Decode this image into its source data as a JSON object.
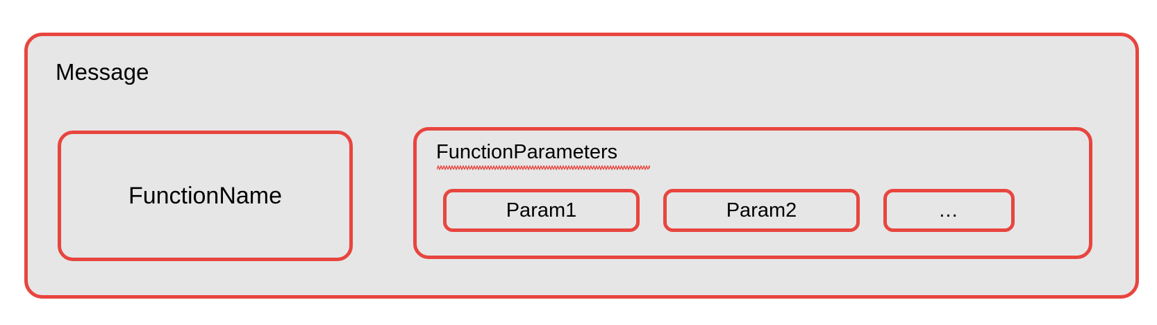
{
  "diagram": {
    "title": "Message",
    "type": "nested-box-diagram",
    "colors": {
      "border": "#E8453F",
      "fill": "#E6E6E6",
      "text": "#000000",
      "canvas": "#FFFFFF",
      "squiggle": "#E8453F"
    },
    "outer_box": {
      "label": "Message"
    },
    "children": [
      {
        "id": "function-name",
        "label": "FunctionName",
        "spellcheck_underline": false
      },
      {
        "id": "function-parameters",
        "label": "FunctionParameters",
        "spellcheck_underline": true,
        "params": [
          {
            "id": "param-1",
            "label": "Param1"
          },
          {
            "id": "param-2",
            "label": "Param2"
          },
          {
            "id": "param-more",
            "label": "…"
          }
        ]
      }
    ]
  }
}
